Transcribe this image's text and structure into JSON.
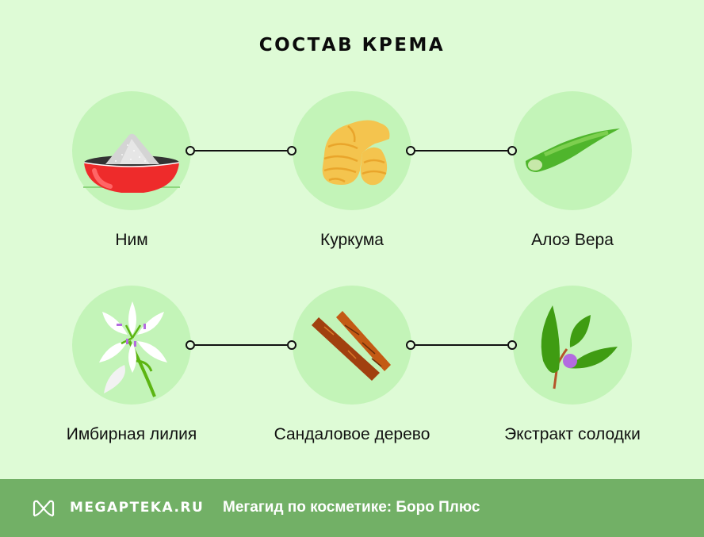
{
  "title": "СОСТАВ КРЕМА",
  "ingredients": [
    {
      "label": "Ним",
      "icon": "powder-bowl-icon"
    },
    {
      "label": "Куркума",
      "icon": "turmeric-root-icon"
    },
    {
      "label": "Алоэ Вера",
      "icon": "aloe-leaf-icon"
    },
    {
      "label": "Имбирная лилия",
      "icon": "lily-flower-icon"
    },
    {
      "label": "Сандаловое дерево",
      "icon": "sandalwood-sticks-icon"
    },
    {
      "label": "Экстракт солодки",
      "icon": "licorice-branch-icon"
    }
  ],
  "footer": {
    "brand": "MEGAPTEKA.RU",
    "tagline": "Мегагид по косметике: Боро Плюс",
    "background": "#72B066"
  },
  "colors": {
    "background": "#DEFBD6",
    "circle": "#C3F4B8",
    "connector": "#111111"
  }
}
